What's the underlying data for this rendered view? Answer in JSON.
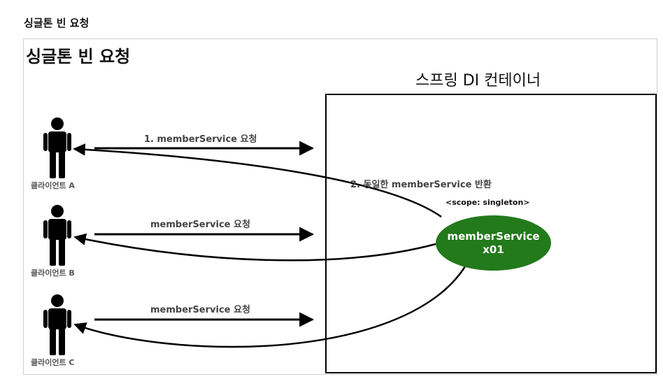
{
  "page_heading": "싱글톤 빈 요청",
  "slide_title": "싱글톤 빈 요청",
  "container_label": "스프링 DI 컨테이너",
  "clients": [
    {
      "label": "클라이언트 A"
    },
    {
      "label": "클라이언트 B"
    },
    {
      "label": "클라이언트 C"
    }
  ],
  "requests": [
    {
      "label": "1. memberService 요청"
    },
    {
      "label": "memberService 요청"
    },
    {
      "label": "memberService 요청"
    }
  ],
  "response_label": "2. 동일한 memberService 반환",
  "scope_label": "<scope: singleton>",
  "bean": {
    "name": "memberService",
    "id": "x01",
    "color": "#237a1b"
  }
}
